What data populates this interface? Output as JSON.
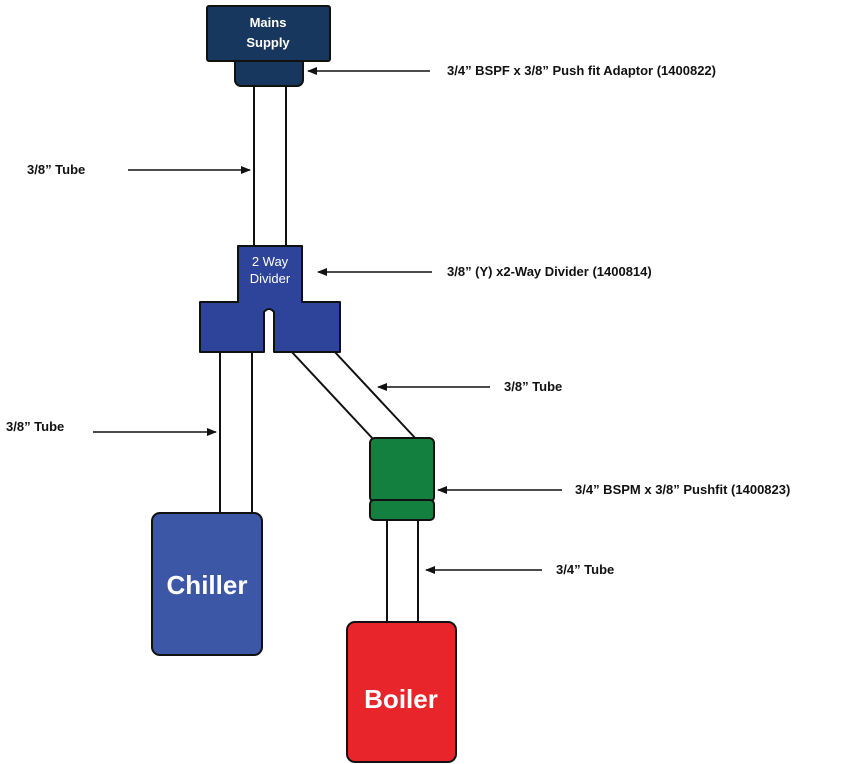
{
  "components": {
    "mains_supply": {
      "line1": "Mains",
      "line2": "Supply"
    },
    "divider": {
      "line1": "2 Way",
      "line2": "Divider"
    },
    "chiller": {
      "label": "Chiller"
    },
    "boiler": {
      "label": "Boiler"
    }
  },
  "callouts": {
    "adaptor": "3/4” BSPF x 3/8” Push fit Adaptor (1400822)",
    "tube_top": "3/8” Tube",
    "divider": "3/8” (Y) x2-Way Divider (1400814)",
    "tube_right": "3/8” Tube",
    "tube_left": "3/8” Tube",
    "pushfit": "3/4” BSPM x 3/8” Pushfit (1400823)",
    "tube_bottom": "3/4” Tube"
  },
  "colors": {
    "mains": "#17375e",
    "divider": "#2e449a",
    "chiller": "#3c57a6",
    "pushfit": "#138040",
    "boiler": "#e8252b",
    "outline": "#111111"
  }
}
